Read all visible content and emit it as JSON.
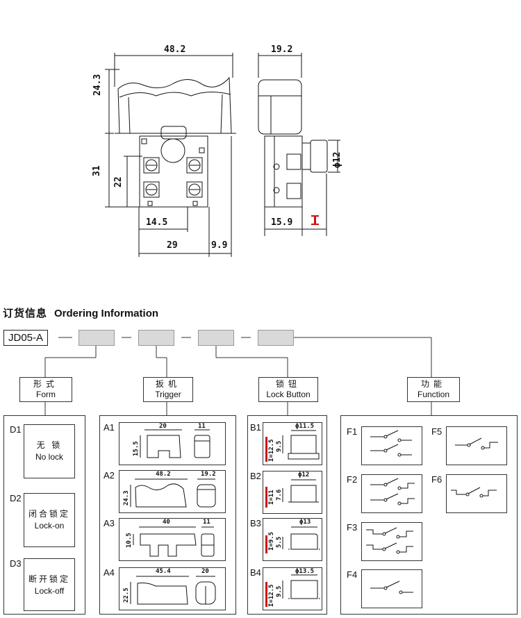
{
  "drawing": {
    "front": {
      "width": "48.2",
      "cap_height": "24.3",
      "body_height": "31",
      "terminal_height": "22",
      "terminal_spacing": "14.5",
      "base_width": "29",
      "offset": "9.9"
    },
    "side": {
      "width": "19.2",
      "button_dia": "ϕ12",
      "body_depth": "15.9",
      "stroke_marker": "I"
    }
  },
  "section": {
    "title_cn": "订货信息",
    "title_en": "Ordering Information"
  },
  "model_code": "JD05-A",
  "separator": "–",
  "headers": {
    "form": {
      "cn": "形式",
      "en": "Form"
    },
    "trigger": {
      "cn": "扳机",
      "en": "Trigger"
    },
    "lock": {
      "cn": "锁钮",
      "en": "Lock Button"
    },
    "function": {
      "cn": "功能",
      "en": "Function"
    }
  },
  "form_options": [
    {
      "code": "D1",
      "cn": "无 锁",
      "en": "No lock"
    },
    {
      "code": "D2",
      "cn": "闭合锁定",
      "en": "Lock-on"
    },
    {
      "code": "D3",
      "cn": "断开锁定",
      "en": "Lock-off"
    }
  ],
  "trigger_options": [
    {
      "code": "A1",
      "w": "20",
      "d": "11",
      "h": "15.5"
    },
    {
      "code": "A2",
      "w": "48.2",
      "d": "19.2",
      "h": "24.3"
    },
    {
      "code": "A3",
      "w": "40",
      "d": "11",
      "h": "10.5"
    },
    {
      "code": "A4",
      "w": "45.4",
      "d": "20",
      "h": "22.5"
    }
  ],
  "lock_options": [
    {
      "code": "B1",
      "dia": "ϕ11.5",
      "stroke": "I=12.5",
      "h": "9.5"
    },
    {
      "code": "B2",
      "dia": "ϕ12",
      "stroke": "I=11",
      "h": "7.6"
    },
    {
      "code": "B3",
      "dia": "ϕ13",
      "stroke": "I=9.5",
      "h": "5.5"
    },
    {
      "code": "B4",
      "dia": "ϕ13.5",
      "stroke": "I=12.5",
      "h": "9.5"
    }
  ],
  "function_options": [
    {
      "code": "F1"
    },
    {
      "code": "F2"
    },
    {
      "code": "F3"
    },
    {
      "code": "F4"
    },
    {
      "code": "F5"
    },
    {
      "code": "F6"
    }
  ],
  "colors": {
    "line": "#111111",
    "slot": "#d9d9d9",
    "marker": "#d01010"
  }
}
